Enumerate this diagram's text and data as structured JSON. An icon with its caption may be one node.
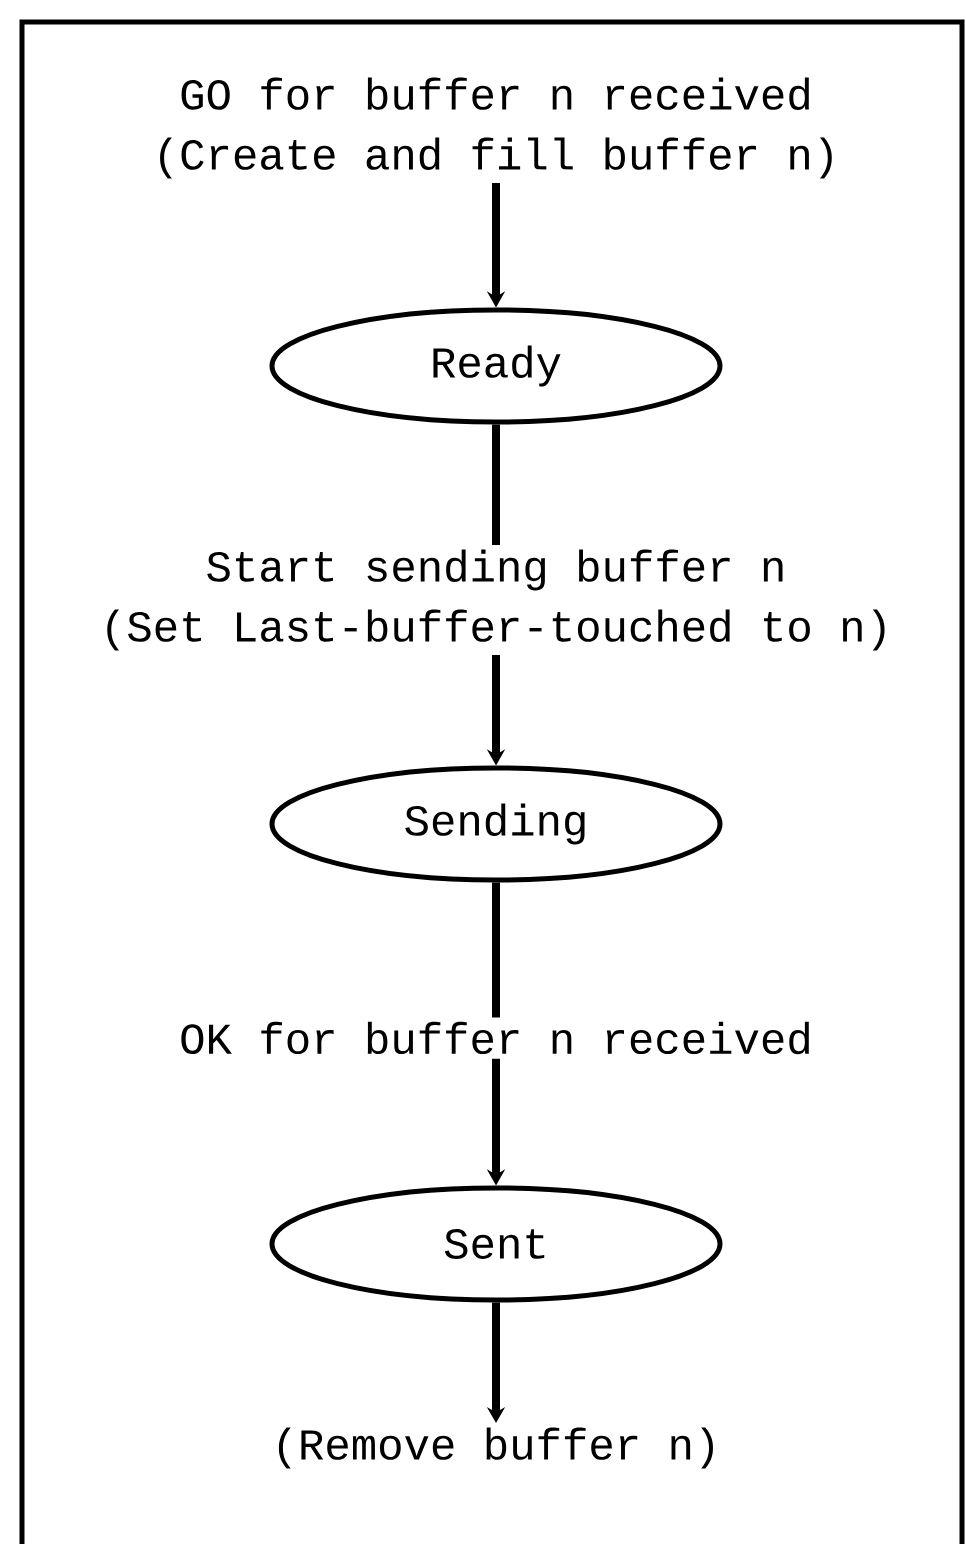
{
  "diagram": {
    "nodes": [
      {
        "text": [
          "GO for buffer n received",
          "(Create and fill buffer n)"
        ]
      },
      {
        "text": [
          "Ready"
        ]
      },
      {
        "text": [
          "Start sending buffer n",
          "(Set Last-buffer-touched to n)"
        ]
      },
      {
        "text": [
          "Sending"
        ]
      },
      {
        "text": [
          "OK for buffer n received"
        ]
      },
      {
        "text": [
          "Sent"
        ]
      },
      {
        "text": [
          "(Remove buffer n)"
        ]
      }
    ],
    "edges": [
      {
        "from": 0,
        "to": 1,
        "arrow": "to"
      },
      {
        "from": 1,
        "to": 2,
        "arrow": "none"
      },
      {
        "from": 2,
        "to": 3,
        "arrow": "to"
      },
      {
        "from": 3,
        "to": 4,
        "arrow": "none"
      },
      {
        "from": 4,
        "to": 5,
        "arrow": "to"
      },
      {
        "from": 5,
        "to": 6,
        "arrow": "to"
      }
    ]
  }
}
